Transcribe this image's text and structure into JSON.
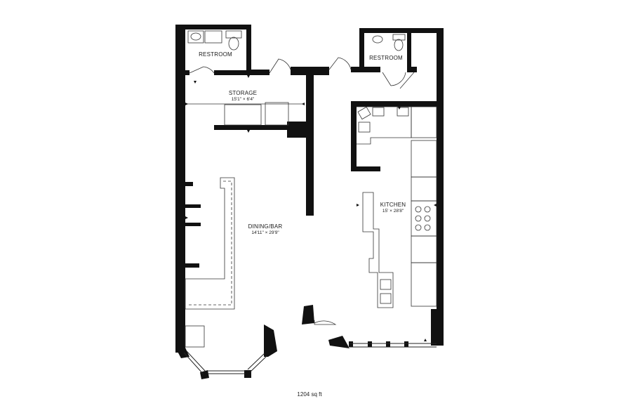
{
  "rooms": {
    "restroom_left": {
      "name": "RESTROOM"
    },
    "restroom_right": {
      "name": "RESTROOM"
    },
    "storage": {
      "name": "STORAGE",
      "dimensions": "15'1\" × 6'4\""
    },
    "kitchen": {
      "name": "KITCHEN",
      "dimensions": "15' × 28'8\""
    },
    "dining_bar": {
      "name": "DINING/BAR",
      "dimensions": "14'11\" × 29'9\""
    }
  },
  "total_area": "1204 sq ft",
  "colors": {
    "wall": "#111111",
    "fixture_line": "#333333",
    "background": "#ffffff"
  }
}
